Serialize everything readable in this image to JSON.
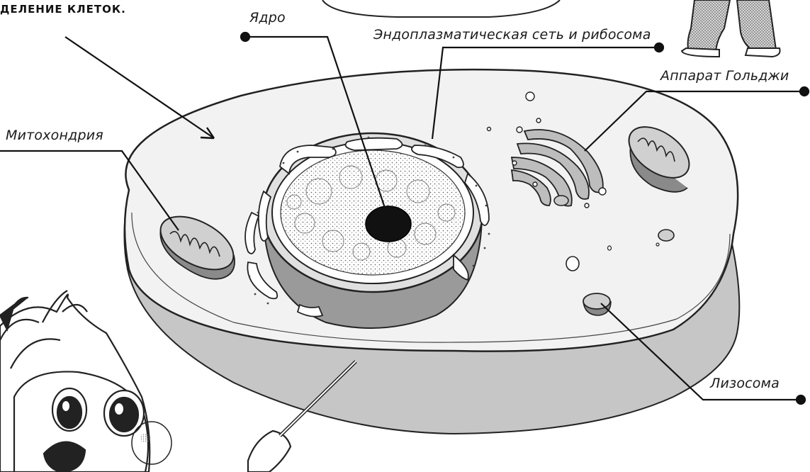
{
  "caption_top_left": "ДЕЛЕНИЕ КЛЕТОК.",
  "labels": {
    "nucleus": "Ядро",
    "er_ribosome": "Эндоплазматическая сеть и рибосома",
    "golgi": "Аппарат Гольджи",
    "mitochondria": "Митохондрия",
    "lysosome": "Лизосома"
  }
}
